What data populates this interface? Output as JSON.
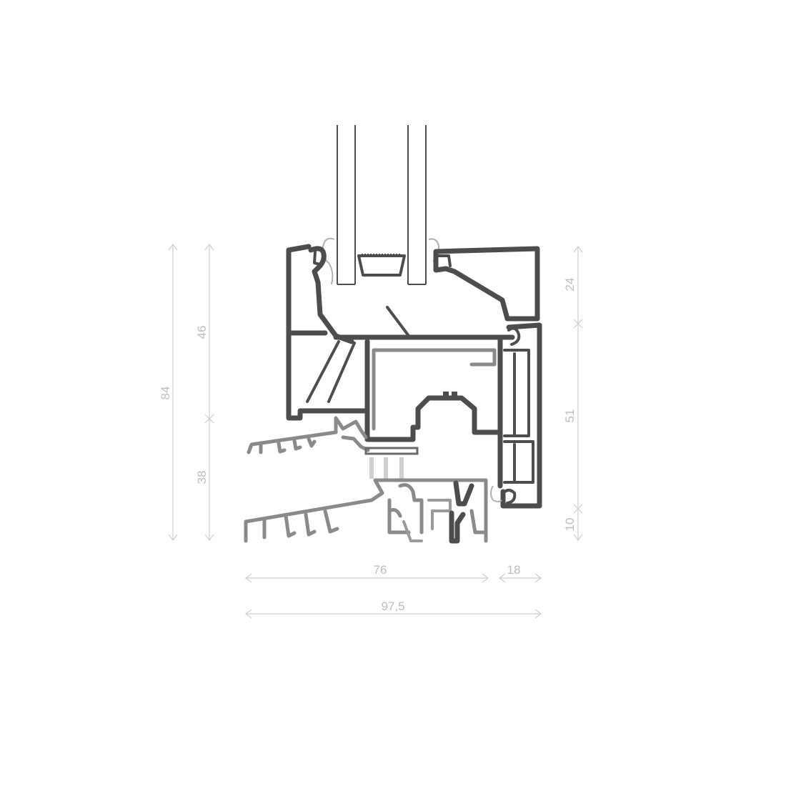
{
  "drawing": {
    "dimensions": {
      "height_total": "84",
      "height_upper": "46",
      "height_lower": "38",
      "right_upper": "24",
      "right_middle": "51",
      "right_lower": "10",
      "width_main": "76",
      "width_side": "18",
      "width_total": "97,5"
    },
    "colors": {
      "profile": "#4d4d4d",
      "profile_light": "#8a8a8a",
      "dimension": "#bdbdbd"
    }
  }
}
